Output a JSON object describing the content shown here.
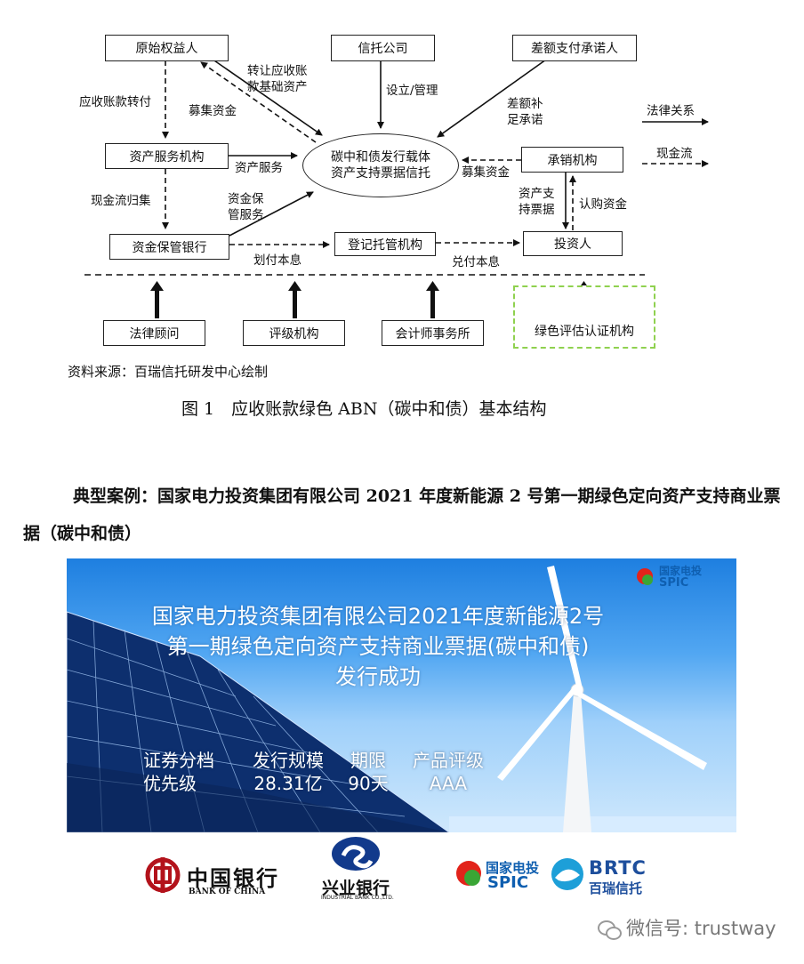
{
  "diagram": {
    "boxes": {
      "original_owner": "原始权益人",
      "trust_company": "信托公司",
      "shortfall_provider": "差额支付承诺人",
      "asset_servicer": "资产服务机构",
      "underwriter": "承销机构",
      "custodian_bank": "资金保管银行",
      "registry": "登记托管机构",
      "investor": "投资人",
      "legal_advisor": "法律顾问",
      "rating_agency": "评级机构",
      "accounting_firm": "会计师事务所",
      "green_certifier": "绿色评估认证机构"
    },
    "center": {
      "line1": "碳中和债发行载体",
      "line2": "资产支持票据信托"
    },
    "labels": {
      "transfer_receivables_l1": "转让应收账",
      "transfer_receivables_l2": "款基础资产",
      "raise_funds_1": "募集资金",
      "setup_manage": "设立/管理",
      "shortfall_l1": "差额补",
      "shortfall_l2": "足承诺",
      "receivable_transfer": "应收账款转付",
      "asset_service": "资产服务",
      "raise_funds_2": "募集资金",
      "cash_collect": "现金流归集",
      "fund_custody_l1": "资金保",
      "fund_custody_l2": "管服务",
      "abn_l1": "资产支",
      "abn_l2": "持票据",
      "subscription": "认购资金",
      "transfer_principal": "划付本息",
      "pay_principal": "兑付本息"
    },
    "legend": {
      "legal": "法律关系",
      "cash": "现金流"
    }
  },
  "source": "资料来源：百瑞信托研发中心绘制",
  "figure_caption": "图 1　应收账款绿色 ABN（碳中和债）基本结构",
  "case_title": "典型案例：国家电力投资集团有限公司 2021 年度新能源 2 号第一期绿色定向资产支持商业票据（碳中和债）",
  "banner": {
    "title_line1": "国家电力投资集团有限公司2021年度新能源2号",
    "title_line2": "第一期绿色定向资产支持商业票据(碳中和债)",
    "title_line3": "发行成功",
    "headers": [
      "证券分档",
      "发行规模",
      "期限",
      "产品评级"
    ],
    "values": [
      "优先级",
      "28.31亿",
      "90天",
      "AAA"
    ],
    "logo_cn": "国家电投",
    "logo_en": "SPIC"
  },
  "logos": {
    "boc_cn": "中国银行",
    "boc_en": "BANK OF CHINA",
    "cib_cn": "兴业银行",
    "cib_en": "INDUSTRIAL BANK CO.,LTD.",
    "spic_cn": "国家电投",
    "spic_en": "SPIC",
    "brtc_en": "BRTC",
    "brtc_cn": "百瑞信托"
  },
  "watermark": "微信号: trustway",
  "colors": {
    "banner_blue": "#1e7fe0",
    "green_dash": "#8fd14f",
    "boc_red": "#b3121b",
    "cib_blue": "#123a8c",
    "spic_blue": "#0f5fb0",
    "brtc_blue": "#1d4e9c"
  }
}
